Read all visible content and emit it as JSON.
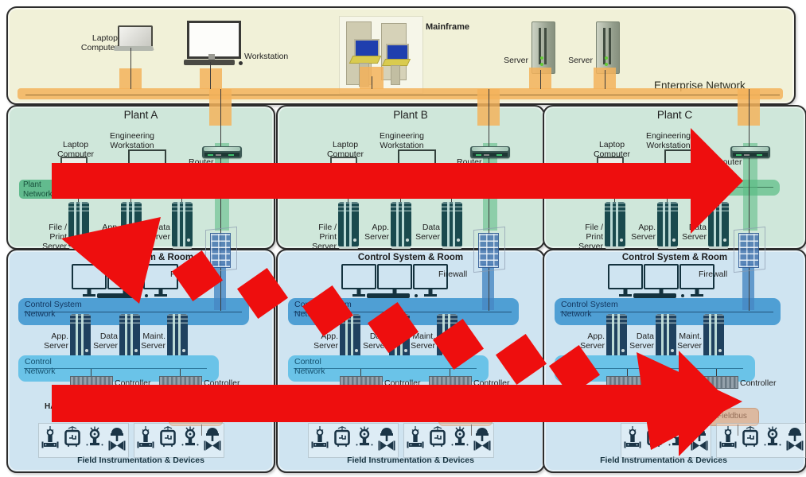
{
  "enterprise": {
    "label": "Enterprise Network",
    "laptop": [
      "Laptop",
      "Computer"
    ],
    "workstation": "Workstation",
    "mainframe": "Mainframe",
    "server1": "Server",
    "server2": "Server"
  },
  "plant_titles": [
    "Plant A",
    "Plant B",
    "Plant C"
  ],
  "plant": {
    "laptop": [
      "Laptop",
      "Computer"
    ],
    "eng_workstation": [
      "Engineering",
      "Workstation"
    ],
    "router": "Router",
    "network": [
      "Plant",
      "Network"
    ],
    "servers": [
      [
        "File / Print",
        "Server"
      ],
      [
        "App.",
        "Server"
      ],
      [
        "Data",
        "Server"
      ]
    ]
  },
  "control": {
    "title": "Control System & Room",
    "firewall": "Firewall",
    "cs_network": [
      "Control System",
      "Network"
    ],
    "servers": [
      [
        "App.",
        "Server"
      ],
      [
        "Data",
        "Server"
      ],
      [
        "Maint.",
        "Server"
      ]
    ],
    "control_network": [
      "Control",
      "Network"
    ],
    "controller1": "Controller",
    "controller2": "Controller",
    "hart": "HART",
    "fieldbus": "Fieldbus",
    "devices_label": "Field Instrumentation & Devices",
    "device_icons": [
      "pressure-transmitter-icon",
      "flow-meter-icon",
      "gauge-icon",
      "control-valve-icon"
    ]
  },
  "annotations": {
    "arrow_color": "#ee0e0e",
    "arrows": [
      {
        "style": "solid",
        "direction": "right",
        "across": "plant networks"
      },
      {
        "style": "dashed",
        "direction": "both",
        "across": "control system networks (diagonal)"
      },
      {
        "style": "solid",
        "direction": "right",
        "across": "field device level"
      }
    ]
  },
  "colors": {
    "enterprise_bg": "#f1f1d8",
    "plant_bg": "#cfe7da",
    "control_bg": "#cfe4f1",
    "bus_orange": "#f3b35c",
    "plant_net_green": "#62bb8e",
    "cs_net_blue": "#4f9fd4",
    "control_net_blue": "#6ac3e8",
    "fieldbus_tan": "#dcb9a0",
    "arrow_red": "#ee0e0e"
  }
}
